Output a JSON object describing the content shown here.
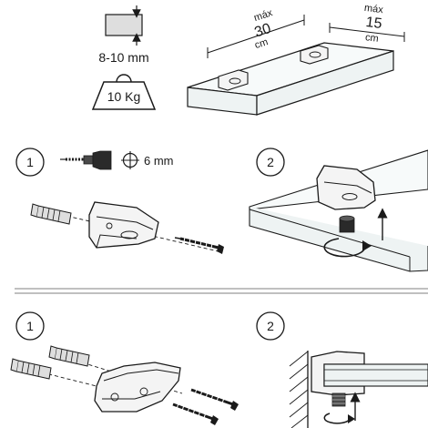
{
  "spec": {
    "thickness": "8-10 mm",
    "load": "10 Kg",
    "max_label": "máx",
    "length_max": "30",
    "depth_max": "15",
    "unit": "cm"
  },
  "install_a": {
    "step1": "1",
    "step2": "2",
    "drill_size": "6 mm"
  },
  "install_b": {
    "step1": "1",
    "step2": "2"
  },
  "colors": {
    "line": "#1a1a1a",
    "glass_fill": "#eef3f3",
    "bracket_fill": "#f4f4f4",
    "plug_fill": "#dedede",
    "divider": "#9a9a9a"
  }
}
